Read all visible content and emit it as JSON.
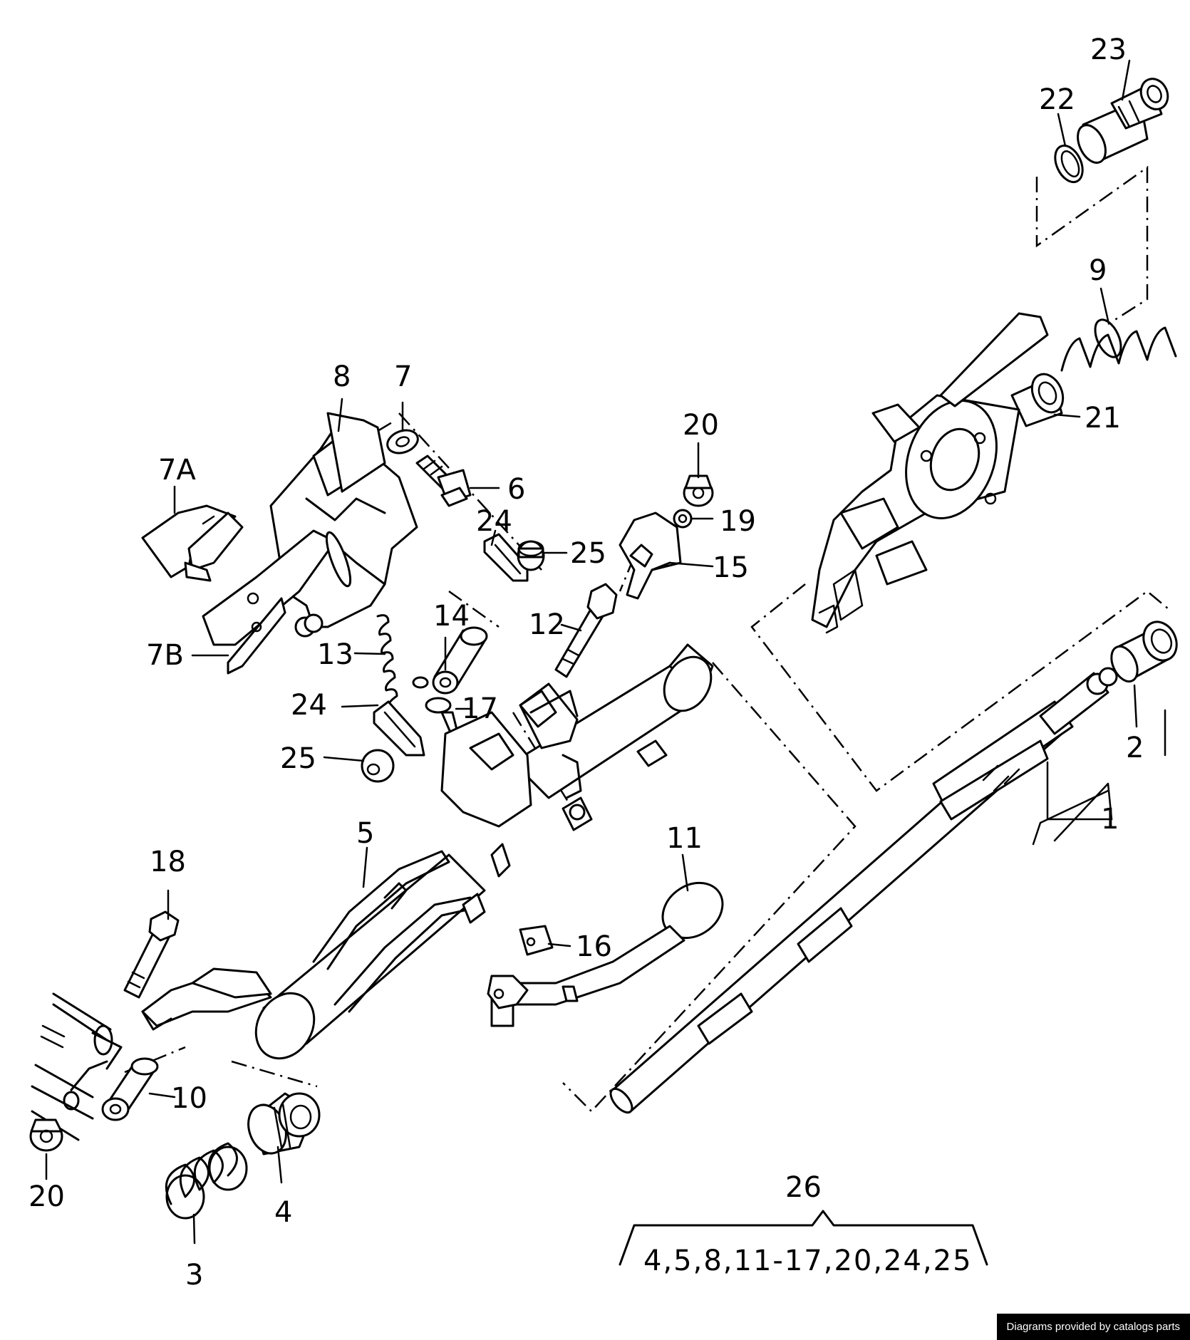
{
  "labels": {
    "p1": "1",
    "p2": "2",
    "p3": "3",
    "p4": "4",
    "p5": "5",
    "p6": "6",
    "p7": "7",
    "p7a": "7A",
    "p7b": "7B",
    "p8": "8",
    "p9": "9",
    "p10": "10",
    "p11": "11",
    "p12": "12",
    "p13": "13",
    "p14": "14",
    "p15": "15",
    "p16": "16",
    "p17": "17",
    "p18": "18",
    "p19": "19",
    "p20a": "20",
    "p20b": "20",
    "p21": "21",
    "p22": "22",
    "p23": "23",
    "p24a": "24",
    "p24b": "24",
    "p25a": "25",
    "p25b": "25",
    "p26": "26"
  },
  "kit": {
    "number": "26",
    "contents": "4,5,8,11-17,20,24,25"
  },
  "credit": "Diagrams provided by catalogs parts"
}
